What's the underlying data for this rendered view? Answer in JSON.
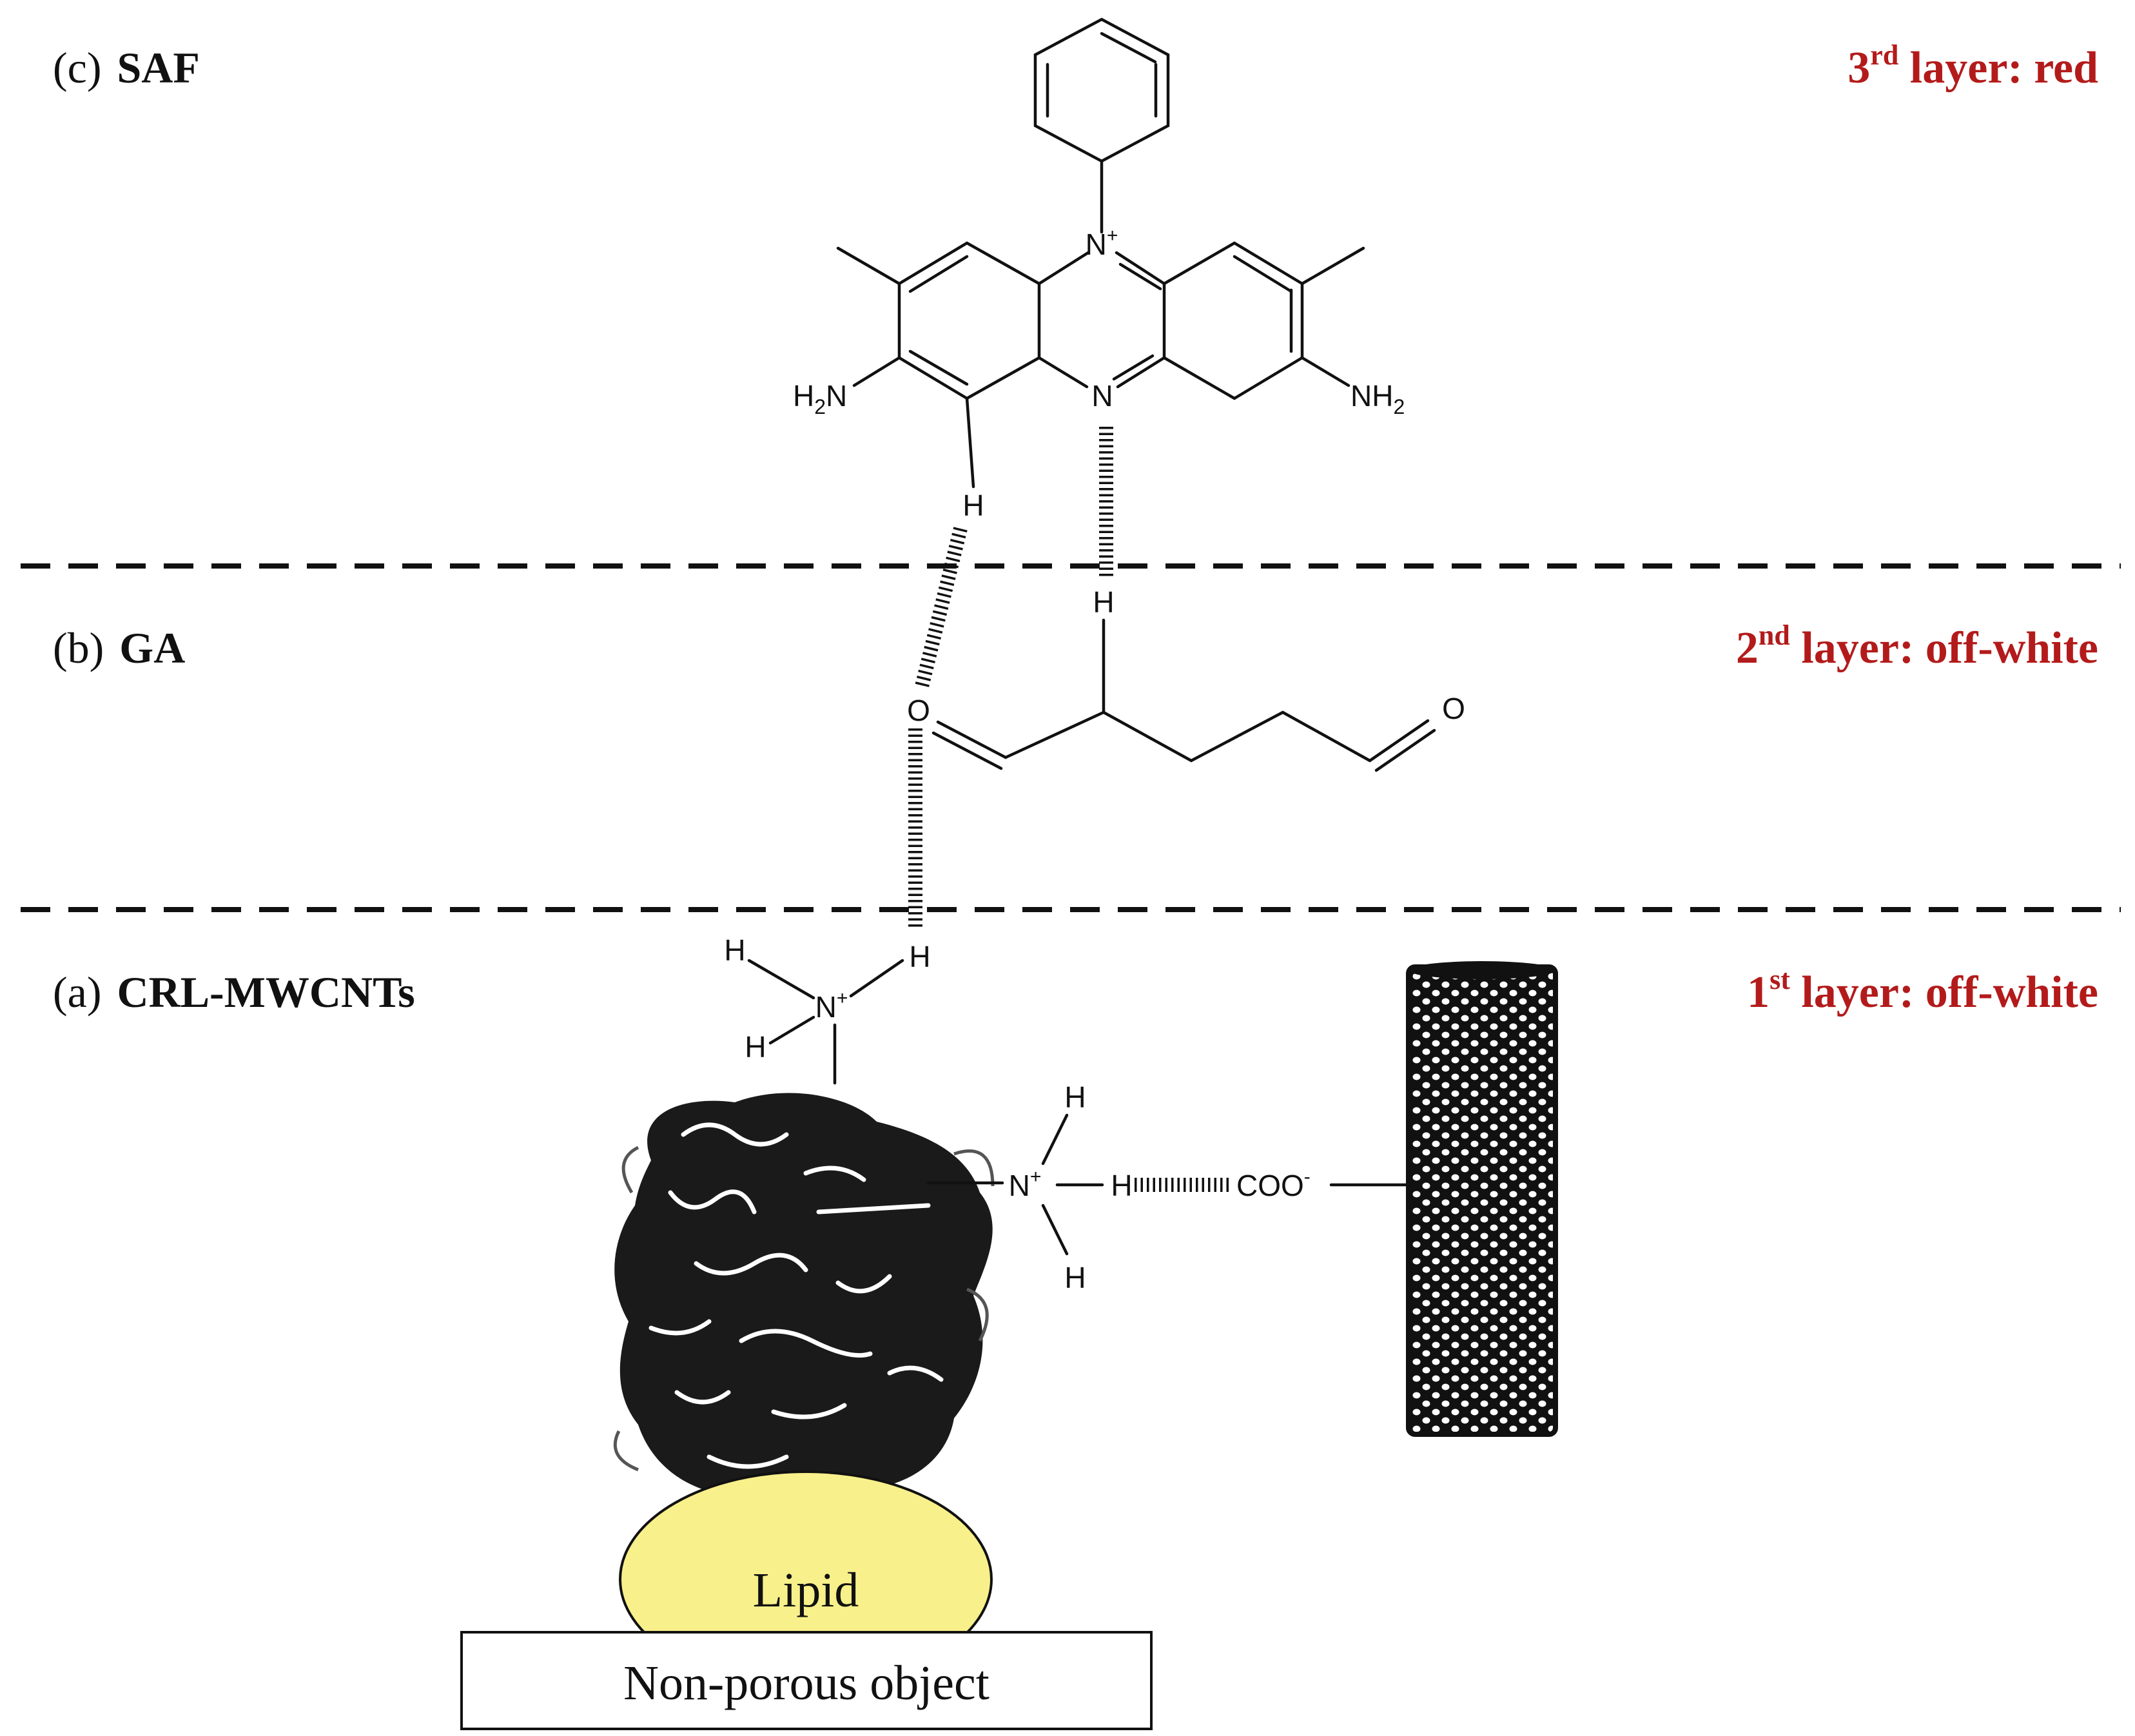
{
  "layers": {
    "c": {
      "letter": "(c)",
      "name": "SAF",
      "tag_prefix": "3",
      "tag_sup": "rd",
      "tag_rest": " layer:  red"
    },
    "b": {
      "letter": "(b)",
      "name": "GA",
      "tag_prefix": "2",
      "tag_sup": "nd",
      "tag_rest": " layer:  off-white"
    },
    "a": {
      "letter": "(a)",
      "name": "CRL-MWCNTs",
      "tag_prefix": "1",
      "tag_sup": "st",
      "tag_rest": " layer:  off-white"
    }
  },
  "atoms": {
    "n_plus": "N",
    "plus": "+",
    "n": "N",
    "h2n_h": "H",
    "h2n_2": "2",
    "h2n_n": "N",
    "nh2_nh": "NH",
    "nh2_2": "2",
    "h": "H",
    "o": "O",
    "coo": "COO",
    "minus": "-"
  },
  "labels": {
    "lipid": "Lipid",
    "object": "Non-porous object"
  },
  "colors": {
    "tag_red": "#b31b1b",
    "lipid_fill": "#f8f08a",
    "ink": "#111111"
  }
}
